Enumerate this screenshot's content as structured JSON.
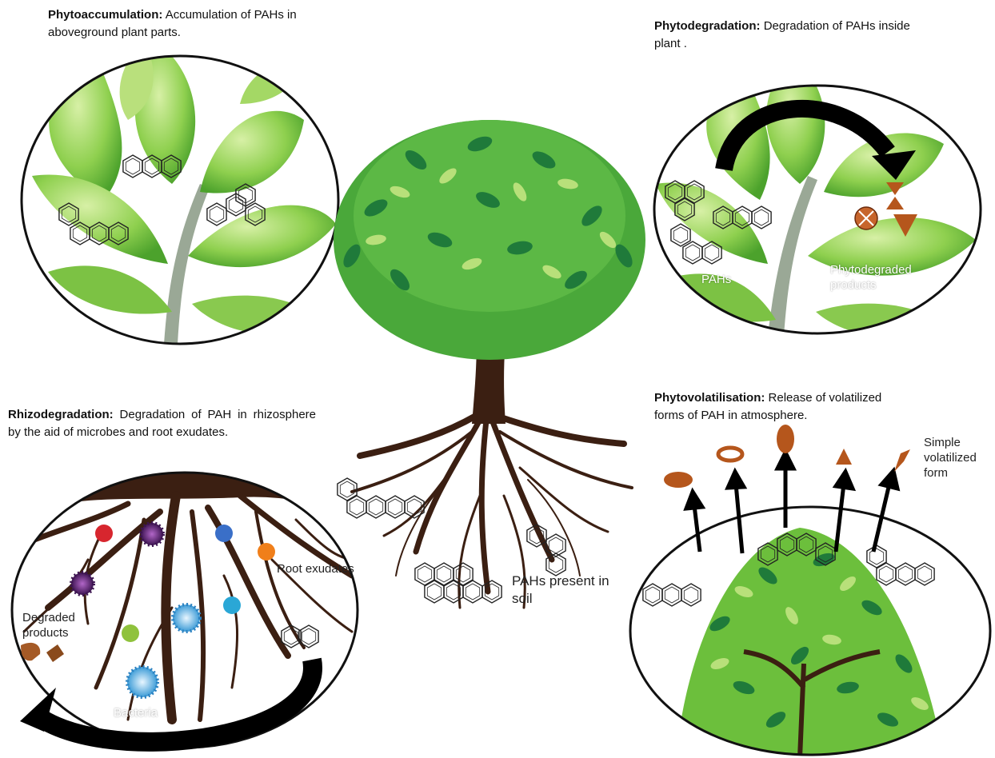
{
  "panels": {
    "phytoaccumulation": {
      "title": "Phytoaccumulation:",
      "desc": "Accumulation of PAHs in aboveground plant parts."
    },
    "phytodegradation": {
      "title": "Phytodegradation:",
      "desc": "Degradation of PAHs inside plant .",
      "pahs_label": "PAHs",
      "products_label": "Phytodegraded products"
    },
    "rhizodegradation": {
      "title": "Rhizodegradation:",
      "desc": "Degradation of PAH in rhizosphere by the aid of microbes and root exudates.",
      "root_exudates_label": "Root exudates",
      "degraded_label": "Degraded products",
      "bacteria_label": "Bacteria"
    },
    "phytovolatilisation": {
      "title": "Phytovolatilisation:",
      "desc": "Release of volatilized forms of PAH in atmosphere.",
      "simple_form_label": "Simple volatilized form"
    }
  },
  "center": {
    "soil_label": "PAHs present in soil"
  },
  "colors": {
    "leaf_light": "#9ed36a",
    "leaf_mid": "#6cbf3c",
    "leaf_dark": "#1f7a3a",
    "trunk": "#3b1f12",
    "arrow": "#000000",
    "product": "#b5561c"
  }
}
